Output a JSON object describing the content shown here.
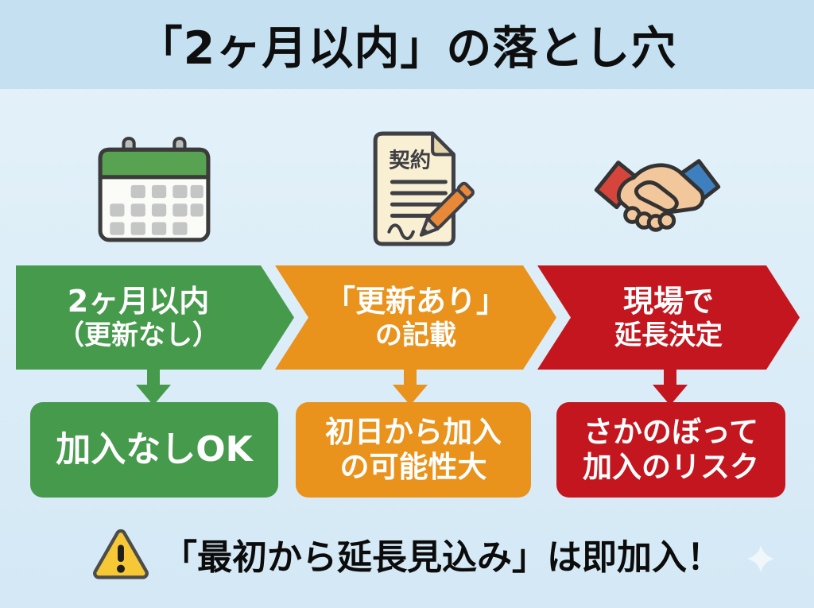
{
  "header": {
    "title": "「2ヶ月以内」の落とし穴"
  },
  "columns": [
    {
      "icon": "calendar-icon",
      "banner": {
        "line1": "2ヶ月以内",
        "line2": "（更新なし）"
      },
      "result": {
        "line1": "加入なしOK",
        "line2": ""
      },
      "color": "#459a4c"
    },
    {
      "icon": "contract-icon",
      "banner": {
        "line1": "「更新あり」",
        "line2": "の記載"
      },
      "result": {
        "line1": "初日から加入",
        "line2": "の可能性大"
      },
      "color": "#e9921c"
    },
    {
      "icon": "handshake-icon",
      "banner": {
        "line1": "現場で",
        "line2": "延長決定"
      },
      "result": {
        "line1": "さかのぼって",
        "line2": "加入のリスク"
      },
      "color": "#c4161e"
    }
  ],
  "icons": {
    "contract_label": "契約"
  },
  "footer": {
    "warning_icon": "warning-triangle-icon",
    "text": "「最初から延長見込み」は即加入！"
  },
  "colors": {
    "green": "#459a4c",
    "orange": "#e9921c",
    "red": "#c4161e",
    "header_background": "#c4e0f1",
    "page_background": "#ddeef8",
    "warning_yellow": "#f6c836",
    "calendar_green": "#57a351",
    "paper_cream": "#f9efd2",
    "pen_orange": "#e8893a",
    "sleeve_red": "#d6453c",
    "sleeve_blue": "#3e7fc0",
    "skin": "#f2c79c"
  }
}
